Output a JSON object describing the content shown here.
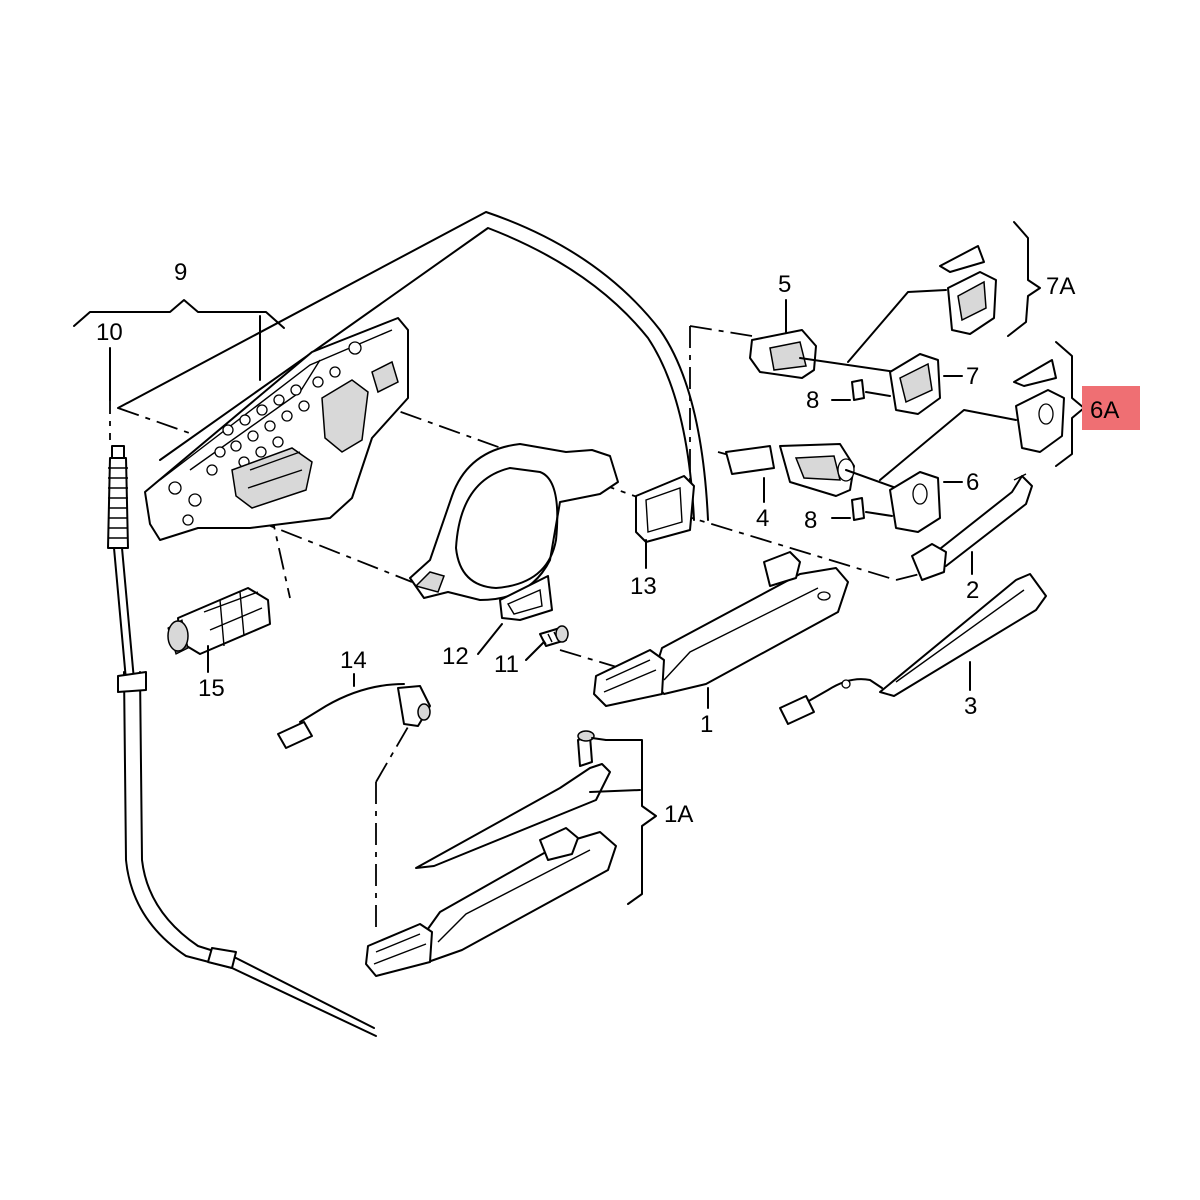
{
  "diagram": {
    "highlight_color": "#ef6f73",
    "callouts": {
      "c1": "1",
      "c1a": "1A",
      "c2": "2",
      "c3": "3",
      "c4": "4",
      "c5": "5",
      "c6": "6",
      "c6a": "6A",
      "c7": "7",
      "c7a": "7A",
      "c8a": "8",
      "c8b": "8",
      "c9": "9",
      "c10": "10",
      "c11": "11",
      "c12": "12",
      "c13": "13",
      "c14": "14",
      "c15": "15"
    }
  }
}
